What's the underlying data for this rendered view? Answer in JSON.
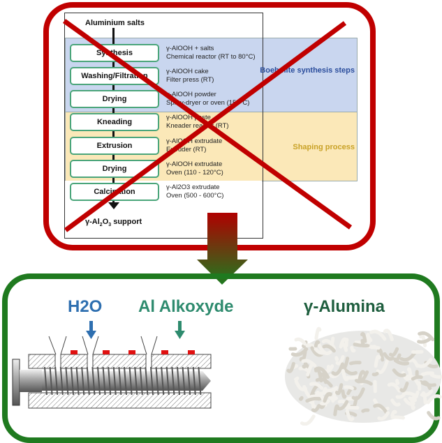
{
  "old_process": {
    "start": "Aluminium salts",
    "end": "γ-Al2O3 support",
    "steps": [
      {
        "name": "Synthesis",
        "product": "γ-AlOOH + salts",
        "equipment": "Chemical reactor (RT to 80°C)"
      },
      {
        "name": "Washing/Filtration",
        "product": "γ-AlOOH cake",
        "equipment": "Filter press (RT)"
      },
      {
        "name": "Drying",
        "product": "γ-AlOOH powder",
        "equipment": "Spray-dryer or oven (150°C)"
      },
      {
        "name": "Kneading",
        "product": "γ-AlOOH paste",
        "equipment": "Kneader reactor (RT)"
      },
      {
        "name": "Extrusion",
        "product": "γ-AlOOH extrudate",
        "equipment": "Extruder (RT)"
      },
      {
        "name": "Drying",
        "product": "γ-AlOOH extrudate",
        "equipment": "Oven (110 - 120°C)"
      },
      {
        "name": "Calcination",
        "product": "γ-Al2O3 extrudate",
        "equipment": "Oven (500 - 600°C)"
      }
    ],
    "groups": {
      "boehmite": "Boehmite synthesis steps",
      "shaping": "Shaping process"
    }
  },
  "new_process": {
    "water": "H2O",
    "alkoxide": "Al Alkoxyde",
    "product": "γ-Alumina"
  },
  "colors": {
    "red": "#c00000",
    "green": "#1f7a1f",
    "blue_text": "#2e6fb0",
    "green_text": "#2e8b6e",
    "dark_green": "#1e5e3e"
  }
}
